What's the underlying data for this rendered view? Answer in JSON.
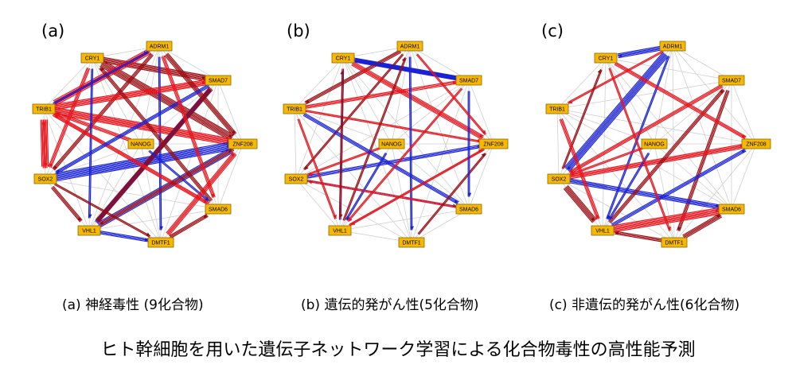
{
  "panels": [
    {
      "id": "a",
      "label": "(a)",
      "caption": "(a) 神経毒性 (9化合物)"
    },
    {
      "id": "b",
      "label": "(b)",
      "caption": "(b) 遺伝的発がん性(5化合物)"
    },
    {
      "id": "c",
      "label": "(c)",
      "caption": "(c) 非遺伝的発がん性(6化合物)"
    }
  ],
  "title": "ヒト幹細胞を用いた遺伝子ネットワーク学習による化合物毒性の高性能予測",
  "nodes": [
    {
      "id": "CRY1",
      "label": "CRY1"
    },
    {
      "id": "ADRM1",
      "label": "ADRM1"
    },
    {
      "id": "SMAD7",
      "label": "SMAD7"
    },
    {
      "id": "TRIB1",
      "label": "TRIB1"
    },
    {
      "id": "NANOG",
      "label": "NANOG"
    },
    {
      "id": "ZNF208",
      "label": "ZNF208"
    },
    {
      "id": "SOX2",
      "label": "SOX2"
    },
    {
      "id": "SMAD6",
      "label": "SMAD6"
    },
    {
      "id": "VHL1",
      "label": "VHL1"
    },
    {
      "id": "DMTF1",
      "label": "DMTF1"
    }
  ],
  "colors": {
    "up": "#e8141c",
    "up_dark": "#9b0c12",
    "down": "#1a22d6",
    "down_dark": "#101a8c",
    "background_edge": "#cfcfcf",
    "node_fill": "#f6b800"
  },
  "networks": {
    "a": [
      [
        "CRY1",
        "SMAD7",
        "up_dark",
        5
      ],
      [
        "CRY1",
        "ZNF208",
        "up_dark",
        6
      ],
      [
        "ADRM1",
        "TRIB1",
        "up",
        5
      ],
      [
        "ADRM1",
        "SOX2",
        "up_dark",
        3
      ],
      [
        "ADRM1",
        "DMTF1",
        "down",
        2
      ],
      [
        "TRIB1",
        "SMAD7",
        "up",
        5
      ],
      [
        "TRIB1",
        "ZNF208",
        "up",
        6
      ],
      [
        "TRIB1",
        "SOX2",
        "up",
        6
      ],
      [
        "SOX2",
        "TRIB1",
        "up",
        4
      ],
      [
        "SOX2",
        "ZNF208",
        "down",
        7
      ],
      [
        "VHL1",
        "ZNF208",
        "down",
        5
      ],
      [
        "VHL1",
        "SMAD7",
        "down",
        3
      ],
      [
        "SMAD7",
        "VHL1",
        "up_dark",
        4
      ],
      [
        "SMAD6",
        "CRY1",
        "up_dark",
        3
      ],
      [
        "SMAD6",
        "TRIB1",
        "up",
        3
      ],
      [
        "NANOG",
        "TRIB1",
        "up",
        3
      ],
      [
        "NANOG",
        "SMAD6",
        "down",
        2
      ],
      [
        "CRY1",
        "VHL1",
        "down",
        2
      ],
      [
        "ADRM1",
        "ZNF208",
        "up_dark",
        4
      ],
      [
        "DMTF1",
        "ZNF208",
        "up",
        4
      ],
      [
        "VHL1",
        "DMTF1",
        "down",
        3
      ],
      [
        "SOX2",
        "DMTF1",
        "up_dark",
        2
      ],
      [
        "TRIB1",
        "SMAD6",
        "up",
        3
      ],
      [
        "SMAD7",
        "SOX2",
        "down",
        3
      ],
      [
        "CRY1",
        "SOX2",
        "up",
        3
      ],
      [
        "ZNF208",
        "VHL1",
        "up_dark",
        3
      ],
      [
        "DMTF1",
        "SMAD6",
        "up_dark",
        3
      ],
      [
        "ADRM1",
        "SMAD6",
        "up",
        3
      ],
      [
        "SOX2",
        "VHL1",
        "up_dark",
        3
      ],
      [
        "TRIB1",
        "ADRM1",
        "down",
        2
      ]
    ],
    "b": [
      [
        "CRY1",
        "SMAD7",
        "down",
        4
      ],
      [
        "ADRM1",
        "TRIB1",
        "up_dark",
        3
      ],
      [
        "ADRM1",
        "SOX2",
        "up_dark",
        2
      ],
      [
        "TRIB1",
        "SMAD7",
        "up",
        3
      ],
      [
        "TRIB1",
        "ZNF208",
        "up",
        2
      ],
      [
        "CRY1",
        "ZNF208",
        "up",
        4
      ],
      [
        "SMAD7",
        "CRY1",
        "down",
        3
      ],
      [
        "SOX2",
        "ZNF208",
        "down",
        3
      ],
      [
        "VHL1",
        "ADRM1",
        "up_dark",
        2
      ],
      [
        "VHL1",
        "CRY1",
        "down",
        2
      ],
      [
        "VHL1",
        "ZNF208",
        "up",
        2
      ],
      [
        "SOX2",
        "SMAD6",
        "down",
        2
      ],
      [
        "NANOG",
        "SOX2",
        "up",
        2
      ],
      [
        "NANOG",
        "VHL1",
        "down",
        2
      ],
      [
        "TRIB1",
        "SMAD6",
        "down",
        3
      ],
      [
        "ADRM1",
        "DMTF1",
        "down",
        2
      ],
      [
        "ZNF208",
        "VHL1",
        "up",
        2
      ],
      [
        "SMAD6",
        "SOX2",
        "up",
        2
      ],
      [
        "DMTF1",
        "ZNF208",
        "up_dark",
        2
      ],
      [
        "SMAD7",
        "VHL1",
        "up",
        2
      ],
      [
        "CRY1",
        "VHL1",
        "up_dark",
        2
      ],
      [
        "TRIB1",
        "VHL1",
        "up",
        2
      ],
      [
        "SMAD7",
        "SMAD6",
        "down",
        2
      ],
      [
        "ADRM1",
        "ZNF208",
        "up",
        2
      ]
    ],
    "c": [
      [
        "ADRM1",
        "CRY1",
        "down",
        4
      ],
      [
        "ADRM1",
        "SOX2",
        "down",
        6
      ],
      [
        "ADRM1",
        "TRIB1",
        "up",
        2
      ],
      [
        "ADRM1",
        "VHL1",
        "down",
        2
      ],
      [
        "SMAD7",
        "SOX2",
        "up",
        3
      ],
      [
        "SMAD7",
        "DMTF1",
        "up_dark",
        3
      ],
      [
        "SOX2",
        "ZNF208",
        "up",
        4
      ],
      [
        "SOX2",
        "SMAD6",
        "down",
        4
      ],
      [
        "VHL1",
        "ZNF208",
        "down",
        3
      ],
      [
        "VHL1",
        "SMAD6",
        "up",
        6
      ],
      [
        "VHL1",
        "SMAD7",
        "up_dark",
        3
      ],
      [
        "DMTF1",
        "SMAD6",
        "up_dark",
        4
      ],
      [
        "SOX2",
        "CRY1",
        "up_dark",
        2
      ],
      [
        "CRY1",
        "ZNF208",
        "up",
        3
      ],
      [
        "SOX2",
        "VHL1",
        "up_dark",
        5
      ],
      [
        "NANOG",
        "SOX2",
        "up",
        2
      ],
      [
        "NANOG",
        "VHL1",
        "down",
        2
      ],
      [
        "TRIB1",
        "VHL1",
        "up",
        3
      ],
      [
        "CRY1",
        "DMTF1",
        "up",
        2
      ],
      [
        "DMTF1",
        "VHL1",
        "up_dark",
        3
      ]
    ]
  }
}
